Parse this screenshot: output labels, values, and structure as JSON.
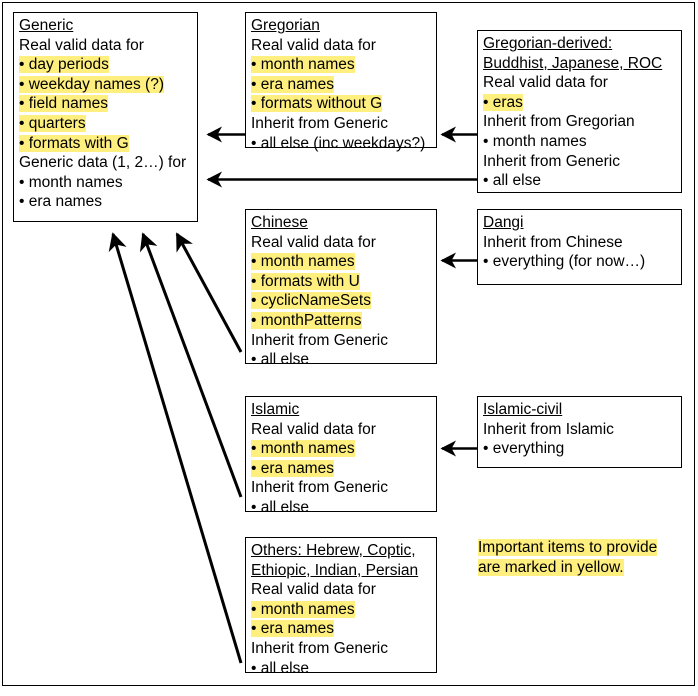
{
  "diagram": {
    "title": "Calendar data inheritance diagram",
    "highlight_color": "#ffef7f",
    "line_color": "#000000",
    "background": "#ffffff"
  },
  "boxes": {
    "generic": {
      "title": "Generic",
      "lines": [
        {
          "text": "Real valid data for",
          "highlight": false,
          "bullet": false
        },
        {
          "text": "day periods",
          "highlight": true,
          "bullet": true
        },
        {
          "text": "weekday names (?)",
          "highlight": true,
          "bullet": true
        },
        {
          "text": "field names",
          "highlight": true,
          "bullet": true
        },
        {
          "text": "quarters",
          "highlight": true,
          "bullet": true
        },
        {
          "text": "formats with G",
          "highlight": true,
          "bullet": true
        },
        {
          "text": "Generic data (1, 2…) for",
          "highlight": false,
          "bullet": false
        },
        {
          "text": "month names",
          "highlight": false,
          "bullet": true
        },
        {
          "text": "era names",
          "highlight": false,
          "bullet": true
        }
      ]
    },
    "gregorian": {
      "title": "Gregorian",
      "lines": [
        {
          "text": "Real valid data for",
          "highlight": false,
          "bullet": false
        },
        {
          "text": "month names",
          "highlight": true,
          "bullet": true
        },
        {
          "text": "era names",
          "highlight": true,
          "bullet": true
        },
        {
          "text": "formats without G",
          "highlight": true,
          "bullet": true
        },
        {
          "text": "Inherit from Generic",
          "highlight": false,
          "bullet": false
        },
        {
          "text": "all else (inc weekdays?)",
          "highlight": false,
          "bullet": true
        }
      ]
    },
    "gregorian_derived": {
      "title": "Gregorian-derived:",
      "title2": "Buddhist, Japanese, ROC",
      "lines": [
        {
          "text": "Real valid data for",
          "highlight": false,
          "bullet": false
        },
        {
          "text": "eras",
          "highlight": true,
          "bullet": true
        },
        {
          "text": "Inherit from Gregorian",
          "highlight": false,
          "bullet": false
        },
        {
          "text": "month names",
          "highlight": false,
          "bullet": true
        },
        {
          "text": "Inherit from Generic",
          "highlight": false,
          "bullet": false
        },
        {
          "text": "all else",
          "highlight": false,
          "bullet": true
        }
      ]
    },
    "chinese": {
      "title": "Chinese",
      "lines": [
        {
          "text": "Real valid data for",
          "highlight": false,
          "bullet": false
        },
        {
          "text": "month names",
          "highlight": true,
          "bullet": true
        },
        {
          "text": "formats with U",
          "highlight": true,
          "bullet": true
        },
        {
          "text": "cyclicNameSets",
          "highlight": true,
          "bullet": true
        },
        {
          "text": "monthPatterns",
          "highlight": true,
          "bullet": true
        },
        {
          "text": "Inherit from Generic",
          "highlight": false,
          "bullet": false
        },
        {
          "text": "all else",
          "highlight": false,
          "bullet": true
        }
      ]
    },
    "dangi": {
      "title": "Dangi",
      "lines": [
        {
          "text": "Inherit from Chinese",
          "highlight": false,
          "bullet": false
        },
        {
          "text": "everything (for now…)",
          "highlight": false,
          "bullet": true
        }
      ]
    },
    "islamic": {
      "title": "Islamic",
      "lines": [
        {
          "text": "Real valid data for",
          "highlight": false,
          "bullet": false
        },
        {
          "text": "month names",
          "highlight": true,
          "bullet": true
        },
        {
          "text": "era names",
          "highlight": true,
          "bullet": true
        },
        {
          "text": "Inherit from Generic",
          "highlight": false,
          "bullet": false
        },
        {
          "text": "all else",
          "highlight": false,
          "bullet": true
        }
      ]
    },
    "islamic_civil": {
      "title": "Islamic-civil",
      "lines": [
        {
          "text": "Inherit from Islamic",
          "highlight": false,
          "bullet": false
        },
        {
          "text": "everything",
          "highlight": false,
          "bullet": true
        }
      ]
    },
    "others": {
      "title": "Others: Hebrew, Coptic,",
      "title2": "Ethiopic, Indian, Persian",
      "lines": [
        {
          "text": "Real valid data for",
          "highlight": false,
          "bullet": false
        },
        {
          "text": "month names",
          "highlight": true,
          "bullet": true
        },
        {
          "text": "era names",
          "highlight": true,
          "bullet": true
        },
        {
          "text": "Inherit from Generic",
          "highlight": false,
          "bullet": false
        },
        {
          "text": "all else",
          "highlight": false,
          "bullet": true
        }
      ]
    }
  },
  "legend": {
    "line1": "Important items to provide",
    "line2": "are marked in yellow."
  },
  "arrows": [
    {
      "name": "gregorian-to-generic",
      "from": "Gregorian",
      "to": "Generic"
    },
    {
      "name": "gregorian-derived-to-gregorian",
      "from": "Gregorian-derived",
      "to": "Gregorian"
    },
    {
      "name": "gregorian-derived-to-generic",
      "from": "Gregorian-derived",
      "to": "Generic"
    },
    {
      "name": "dangi-to-chinese",
      "from": "Dangi",
      "to": "Chinese"
    },
    {
      "name": "chinese-to-generic",
      "from": "Chinese",
      "to": "Generic"
    },
    {
      "name": "islamic-civil-to-islamic",
      "from": "Islamic-civil",
      "to": "Islamic"
    },
    {
      "name": "islamic-to-generic",
      "from": "Islamic",
      "to": "Generic"
    },
    {
      "name": "others-to-generic",
      "from": "Others",
      "to": "Generic"
    }
  ]
}
